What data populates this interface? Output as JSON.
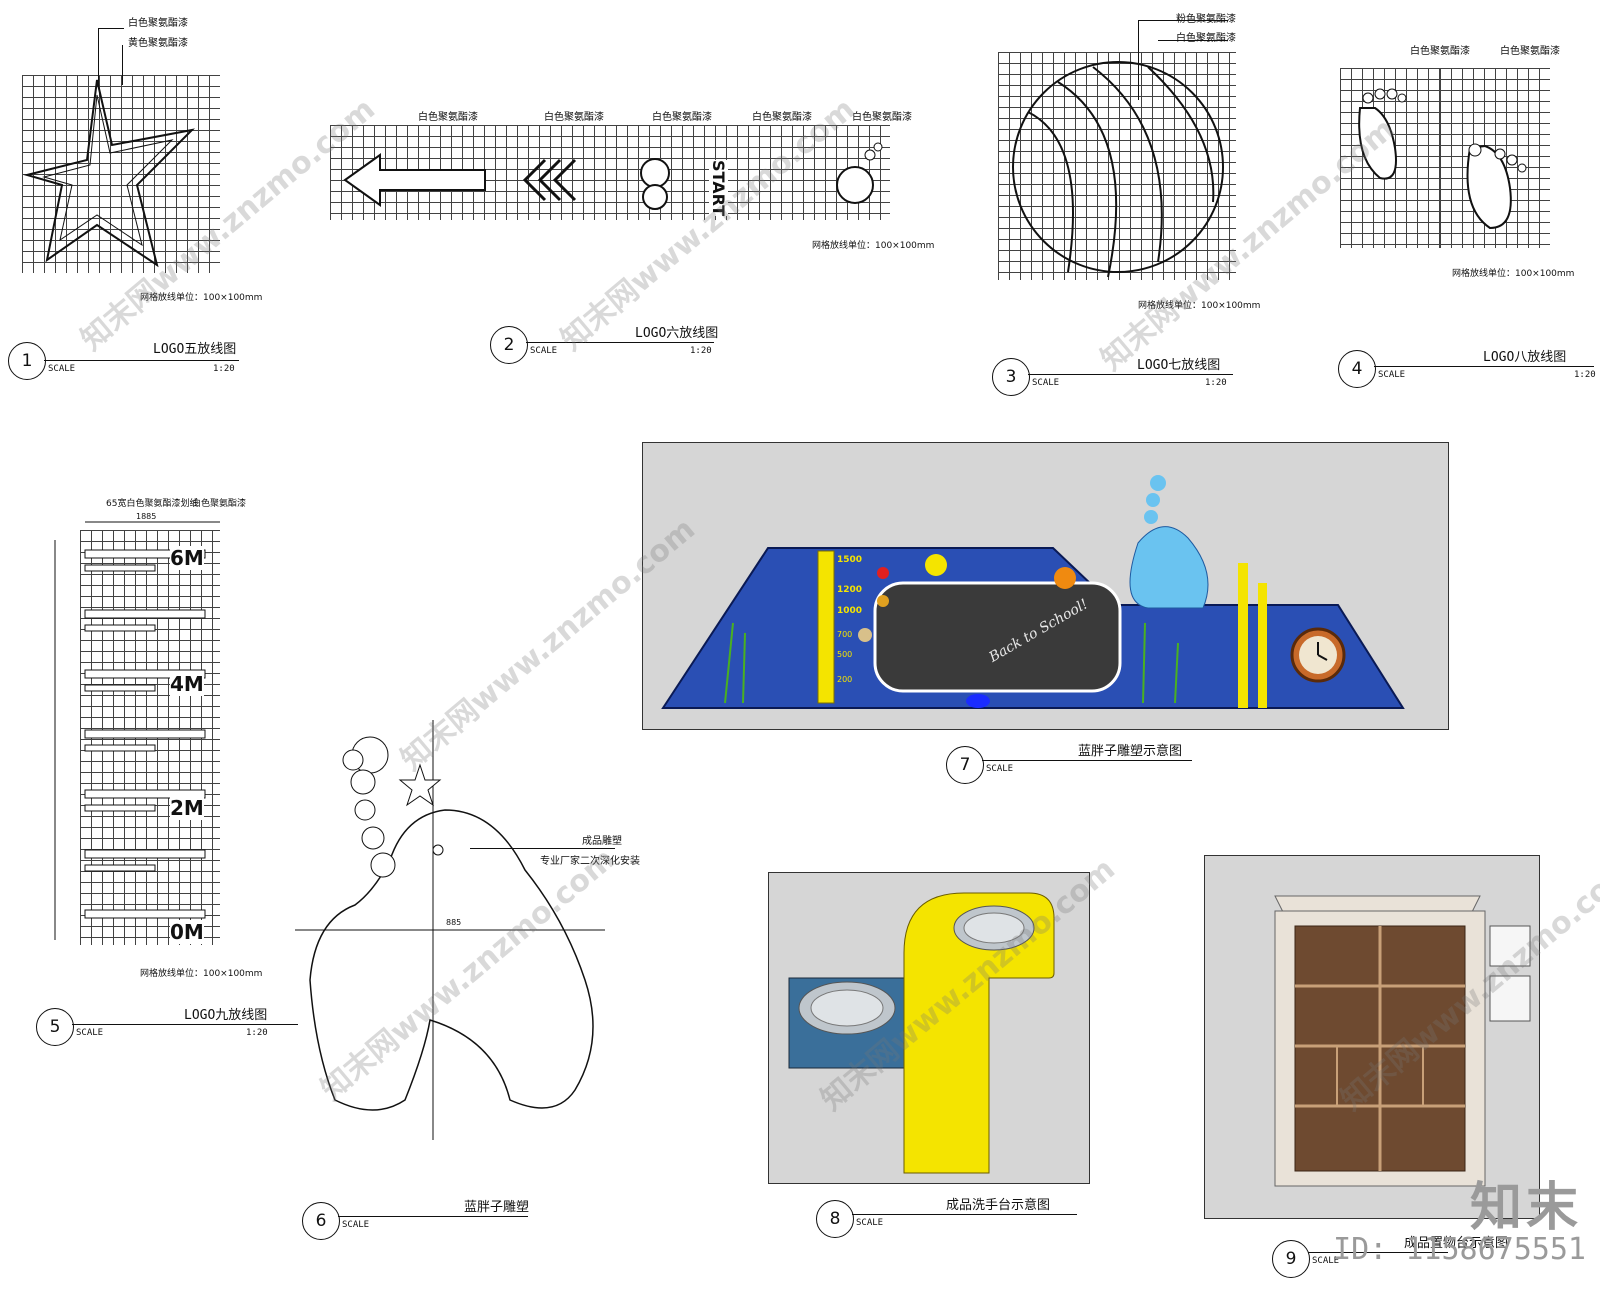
{
  "drawings": {
    "d1": {
      "number": "1",
      "title": "LOGO五放线图",
      "scale_label": "SCALE",
      "ratio": "1:20",
      "tags": [
        "白色聚氨酯漆",
        "黄色聚氨酯漆"
      ],
      "grid_note": "网格放线单位：100×100mm"
    },
    "d2": {
      "number": "2",
      "title": "LOGO六放线图",
      "scale_label": "SCALE",
      "ratio": "1:20",
      "tags": [
        "白色聚氨酯漆",
        "白色聚氨酯漆",
        "白色聚氨酯漆",
        "白色聚氨酯漆",
        "白色聚氨酯漆"
      ],
      "grid_note": "网格放线单位：100×100mm",
      "start_text": "START"
    },
    "d3": {
      "number": "3",
      "title": "LOGO七放线图",
      "scale_label": "SCALE",
      "ratio": "1:20",
      "tags": [
        "粉色聚氨酯漆",
        "白色聚氨酯漆"
      ],
      "grid_note": "网格放线单位：100×100mm"
    },
    "d4": {
      "number": "4",
      "title": "LOGO八放线图",
      "scale_label": "SCALE",
      "ratio": "1:20",
      "tags": [
        "白色聚氨酯漆",
        "白色聚氨酯漆"
      ],
      "grid_note": "网格放线单位：100×100mm"
    },
    "d5": {
      "number": "5",
      "title": "LOGO九放线图",
      "scale_label": "SCALE",
      "ratio": "1:20",
      "tags": [
        "65宽白色聚氨酯漆划线",
        "白色聚氨酯漆"
      ],
      "grid_note": "网格放线单位：100×100mm",
      "marks": [
        "6M",
        "4M",
        "2M",
        "0M"
      ],
      "dim_top": "1885"
    },
    "d6": {
      "number": "6",
      "title": "蓝胖子雕塑",
      "scale_label": "SCALE",
      "tags": [
        "成品雕塑",
        "专业厂家二次深化安装"
      ],
      "dim": "885"
    },
    "d7": {
      "number": "7",
      "title": "蓝胖子雕塑示意图",
      "scale_label": "SCALE",
      "ruler": [
        "1500",
        "1200",
        "1000",
        "700",
        "500",
        "200"
      ],
      "board_text": "Back to School!"
    },
    "d8": {
      "number": "8",
      "title": "成品洗手台示意图",
      "scale_label": "SCALE"
    },
    "d9": {
      "number": "9",
      "title": "成品置物台示意图",
      "scale_label": "SCALE"
    }
  },
  "branding": {
    "logo": "知末",
    "id": "ID: 1158675551",
    "watermark": "知末网www.znzmo.com"
  },
  "colors": {
    "wall_blue": "#2a4fb4",
    "yellow": "#f4e400",
    "sink_blue": "#3a6f9a",
    "wood": "#6e4a30"
  }
}
